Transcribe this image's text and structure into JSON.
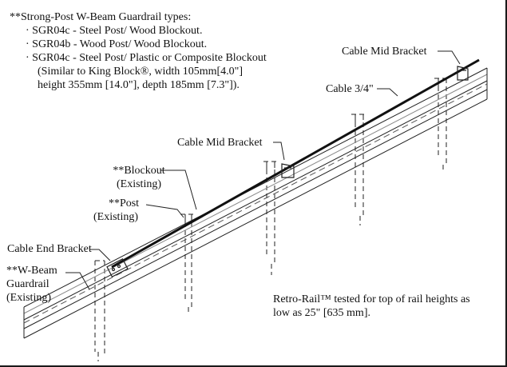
{
  "notes": {
    "heading": "**Strong-Post W-Beam Guardrail types:",
    "items": [
      "· SGR04c - Steel Post/ Wood Blockout.",
      "· SGR04b - Wood Post/ Wood Blockout.",
      "· SGR04c - Steel Post/ Plastic or Composite Blockout"
    ],
    "detail": [
      "(Similar to King Block®,  width 105mm[4.0\"]",
      "height 355mm [14.0\"], depth 185mm [7.3\"])."
    ]
  },
  "labels": {
    "cable_mid_bracket_top": "Cable Mid Bracket",
    "cable": "Cable 3/4\"",
    "cable_mid_bracket_middle": "Cable Mid Bracket",
    "blockout": [
      "**Blockout",
      "(Existing)"
    ],
    "post": [
      "**Post",
      "(Existing)"
    ],
    "cable_end_bracket": "Cable End Bracket",
    "w_beam": [
      "**W-Beam",
      "Guardrail",
      "(Existing)"
    ]
  },
  "footnote": [
    "Retro-Rail™ tested for top of rail heights as",
    "low as 25\" [635 mm]."
  ]
}
